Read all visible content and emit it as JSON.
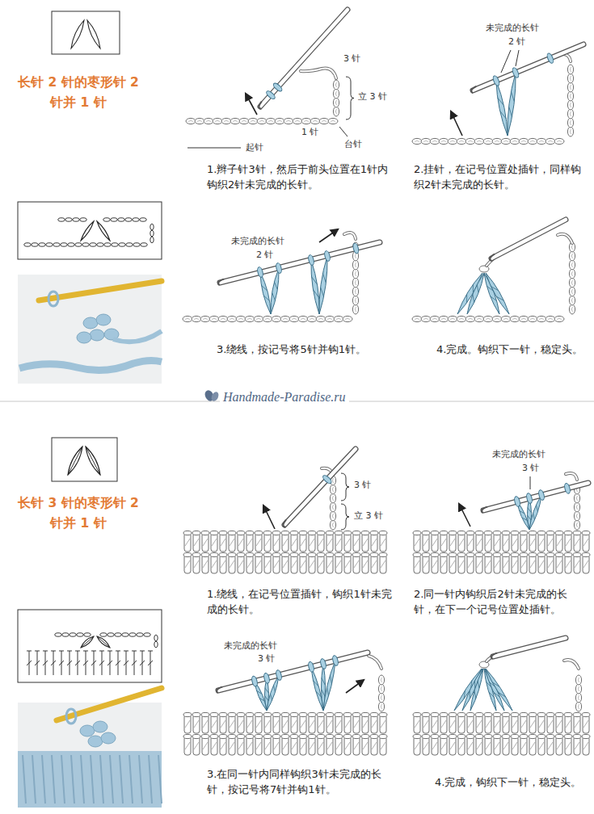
{
  "diagram": {
    "labels": [
      "长针 2 针的枣形针 2 针并 1 针",
      "3 针",
      "立 3 针",
      "起针",
      "1 针",
      "台针",
      "1.辫子针3针，然后于前头位置在1针内钩织2针未完成的长针。",
      "未完成的长针",
      "2 针",
      "2.挂针，在记号位置处插针，同样钩织2针未完成的长针。",
      "未完成的长针",
      "2 针",
      "3.绕线，按记号将5针并钩1针。",
      "4.完成。钩织下一针，稳定头。",
      "Handmade-Paradise.ru",
      "长针 3 针的枣形针 2 针并 1 针",
      "3 针",
      "立 3 针",
      "1.绕线，在记号位置插针，钩织1针未完成的长针。",
      "未完成的长针",
      "3 针",
      "2.同一针内钩织后2针未完成的长针，在下一个记号位置处插针。",
      "未完成的长针",
      "3 针",
      "3.在同一针内同样钩织3针未完成的长针，按记号将7针并钩1针。",
      "4.完成，钩织下一针，稳定头。"
    ]
  }
}
